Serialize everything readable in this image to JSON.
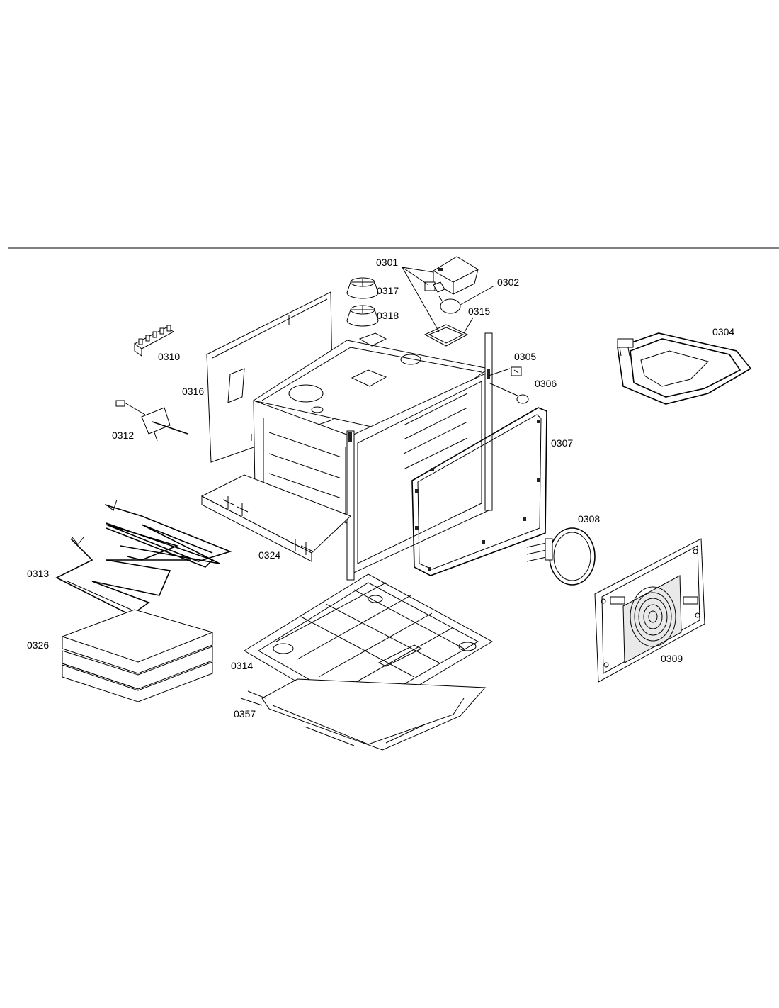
{
  "diagram": {
    "part_labels": {
      "p0301": "0301",
      "p0302": "0302",
      "p0304": "0304",
      "p0305": "0305",
      "p0306": "0306",
      "p0307": "0307",
      "p0308": "0308",
      "p0309": "0309",
      "p0310": "0310",
      "p0312": "0312",
      "p0313": "0313",
      "p0314": "0314",
      "p0315": "0315",
      "p0316": "0316",
      "p0317": "0317",
      "p0318": "0318",
      "p0324": "0324",
      "p0326": "0326",
      "p0357": "0357"
    }
  }
}
